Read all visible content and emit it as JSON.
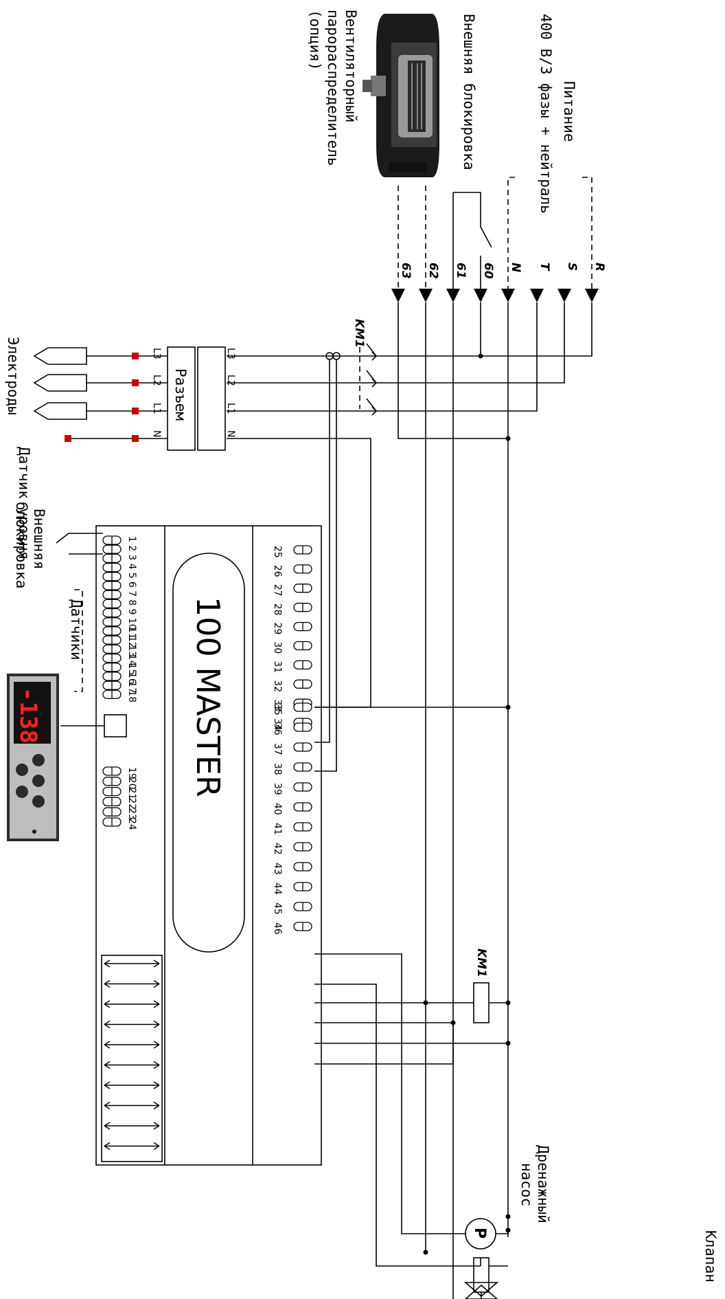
{
  "power": {
    "title": "Питание",
    "subtitle": "400 В/3 фазы + нейтраль",
    "phases": [
      "R",
      "S",
      "T",
      "N"
    ]
  },
  "interlock_top": {
    "label": "Внешняя блокировка",
    "terminals": [
      "60",
      "61"
    ]
  },
  "fan_unit": {
    "line1": "Вентиляторный",
    "line2": "парораспределитель",
    "line3": "(опция)",
    "terminals": [
      "62",
      "63"
    ]
  },
  "contactor": {
    "label": "KM1"
  },
  "connector": {
    "label": "Разъем",
    "pins": [
      "L3",
      "L2",
      "L1",
      "N"
    ]
  },
  "electrodes": {
    "label": "Электроды"
  },
  "level_sensor": {
    "label": "Датчик уровня"
  },
  "controller": {
    "title": "100 MASTER",
    "terminals_low": [
      "1",
      "2",
      "3",
      "4",
      "5",
      "6",
      "7",
      "8",
      "9",
      "10",
      "11",
      "12",
      "13",
      "14",
      "15",
      "16",
      "17",
      "18"
    ],
    "terminals_mid": [
      "19",
      "20",
      "21",
      "22",
      "23",
      "24"
    ],
    "terminals_a": [
      "25",
      "26",
      "27",
      "28",
      "29",
      "30",
      "31",
      "32",
      "33",
      "34"
    ],
    "terminals_b": [
      "35",
      "36",
      "37",
      "38",
      "39",
      "40",
      "41",
      "42",
      "43",
      "44",
      "45",
      "46"
    ]
  },
  "interlock_side": {
    "line1": "Внешняя",
    "line2": "блокировка"
  },
  "sensors": {
    "label": "Датчики"
  },
  "display": {
    "readout": "-138"
  },
  "drain_pump": {
    "line1": "Дренажный",
    "line2": "насос",
    "symbol": "P"
  },
  "valve": {
    "label": "Клапан"
  },
  "coil": {
    "label": "KM1"
  }
}
